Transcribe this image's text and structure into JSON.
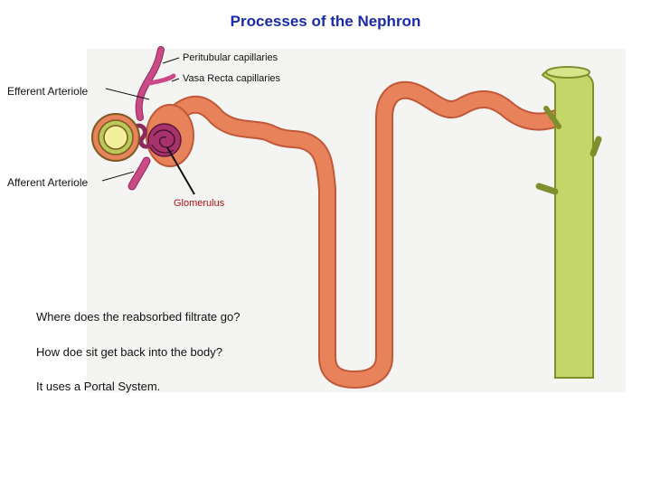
{
  "title": "Processes of the Nephron",
  "labels": {
    "peritubular": "Peritubular capillaries",
    "vasa_recta": "Vasa Recta capillaries",
    "efferent": "Efferent Arteriole",
    "afferent": "Afferent Arteriole",
    "glomerulus": "Glomerulus"
  },
  "questions": [
    "Where does the reabsorbed filtrate go?",
    "How doe sit get back into the body?",
    "It uses a Portal System."
  ],
  "colors": {
    "title": "#1a2aa8",
    "tubule": "#e8825a",
    "tubule_outline": "#c0583a",
    "collecting_duct": "#c4d66a",
    "collecting_outline": "#7f8f2c",
    "capillary": "#c94a86",
    "capillary_dark": "#8e2a5b",
    "paper": "#f4f4f2",
    "glomerulus_label": "#b0101a"
  }
}
